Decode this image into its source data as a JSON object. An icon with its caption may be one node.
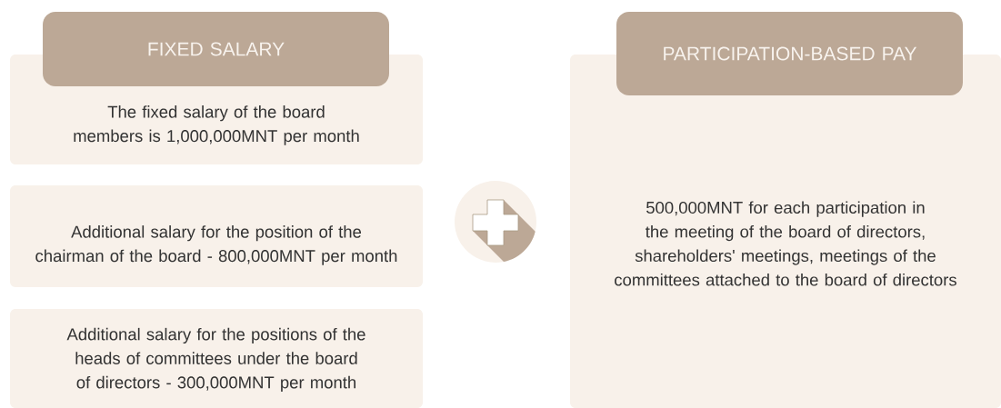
{
  "diagram": {
    "nodes": [
      {
        "text": [
          "FIXED SALARY"
        ]
      },
      {
        "text": [
          "The fixed salary of the board members is 1,000,000MNT per month"
        ]
      },
      {
        "text": [
          "Additional salary for the position of the chairman of the board - 800,000MNT per month"
        ]
      },
      {
        "text": [
          "Additional salary for the positions of the heads of committees under the board of directors - 300,000MNT per month"
        ]
      },
      {
        "text": [
          "PARTICIPATION-BASED PAY"
        ]
      },
      {
        "text": [
          "500,000MNT for each participation in the meeting of the board of directors, shareholders' meetings, meetings of the committees attached to the board of directors"
        ]
      }
    ],
    "edges": []
  }
}
